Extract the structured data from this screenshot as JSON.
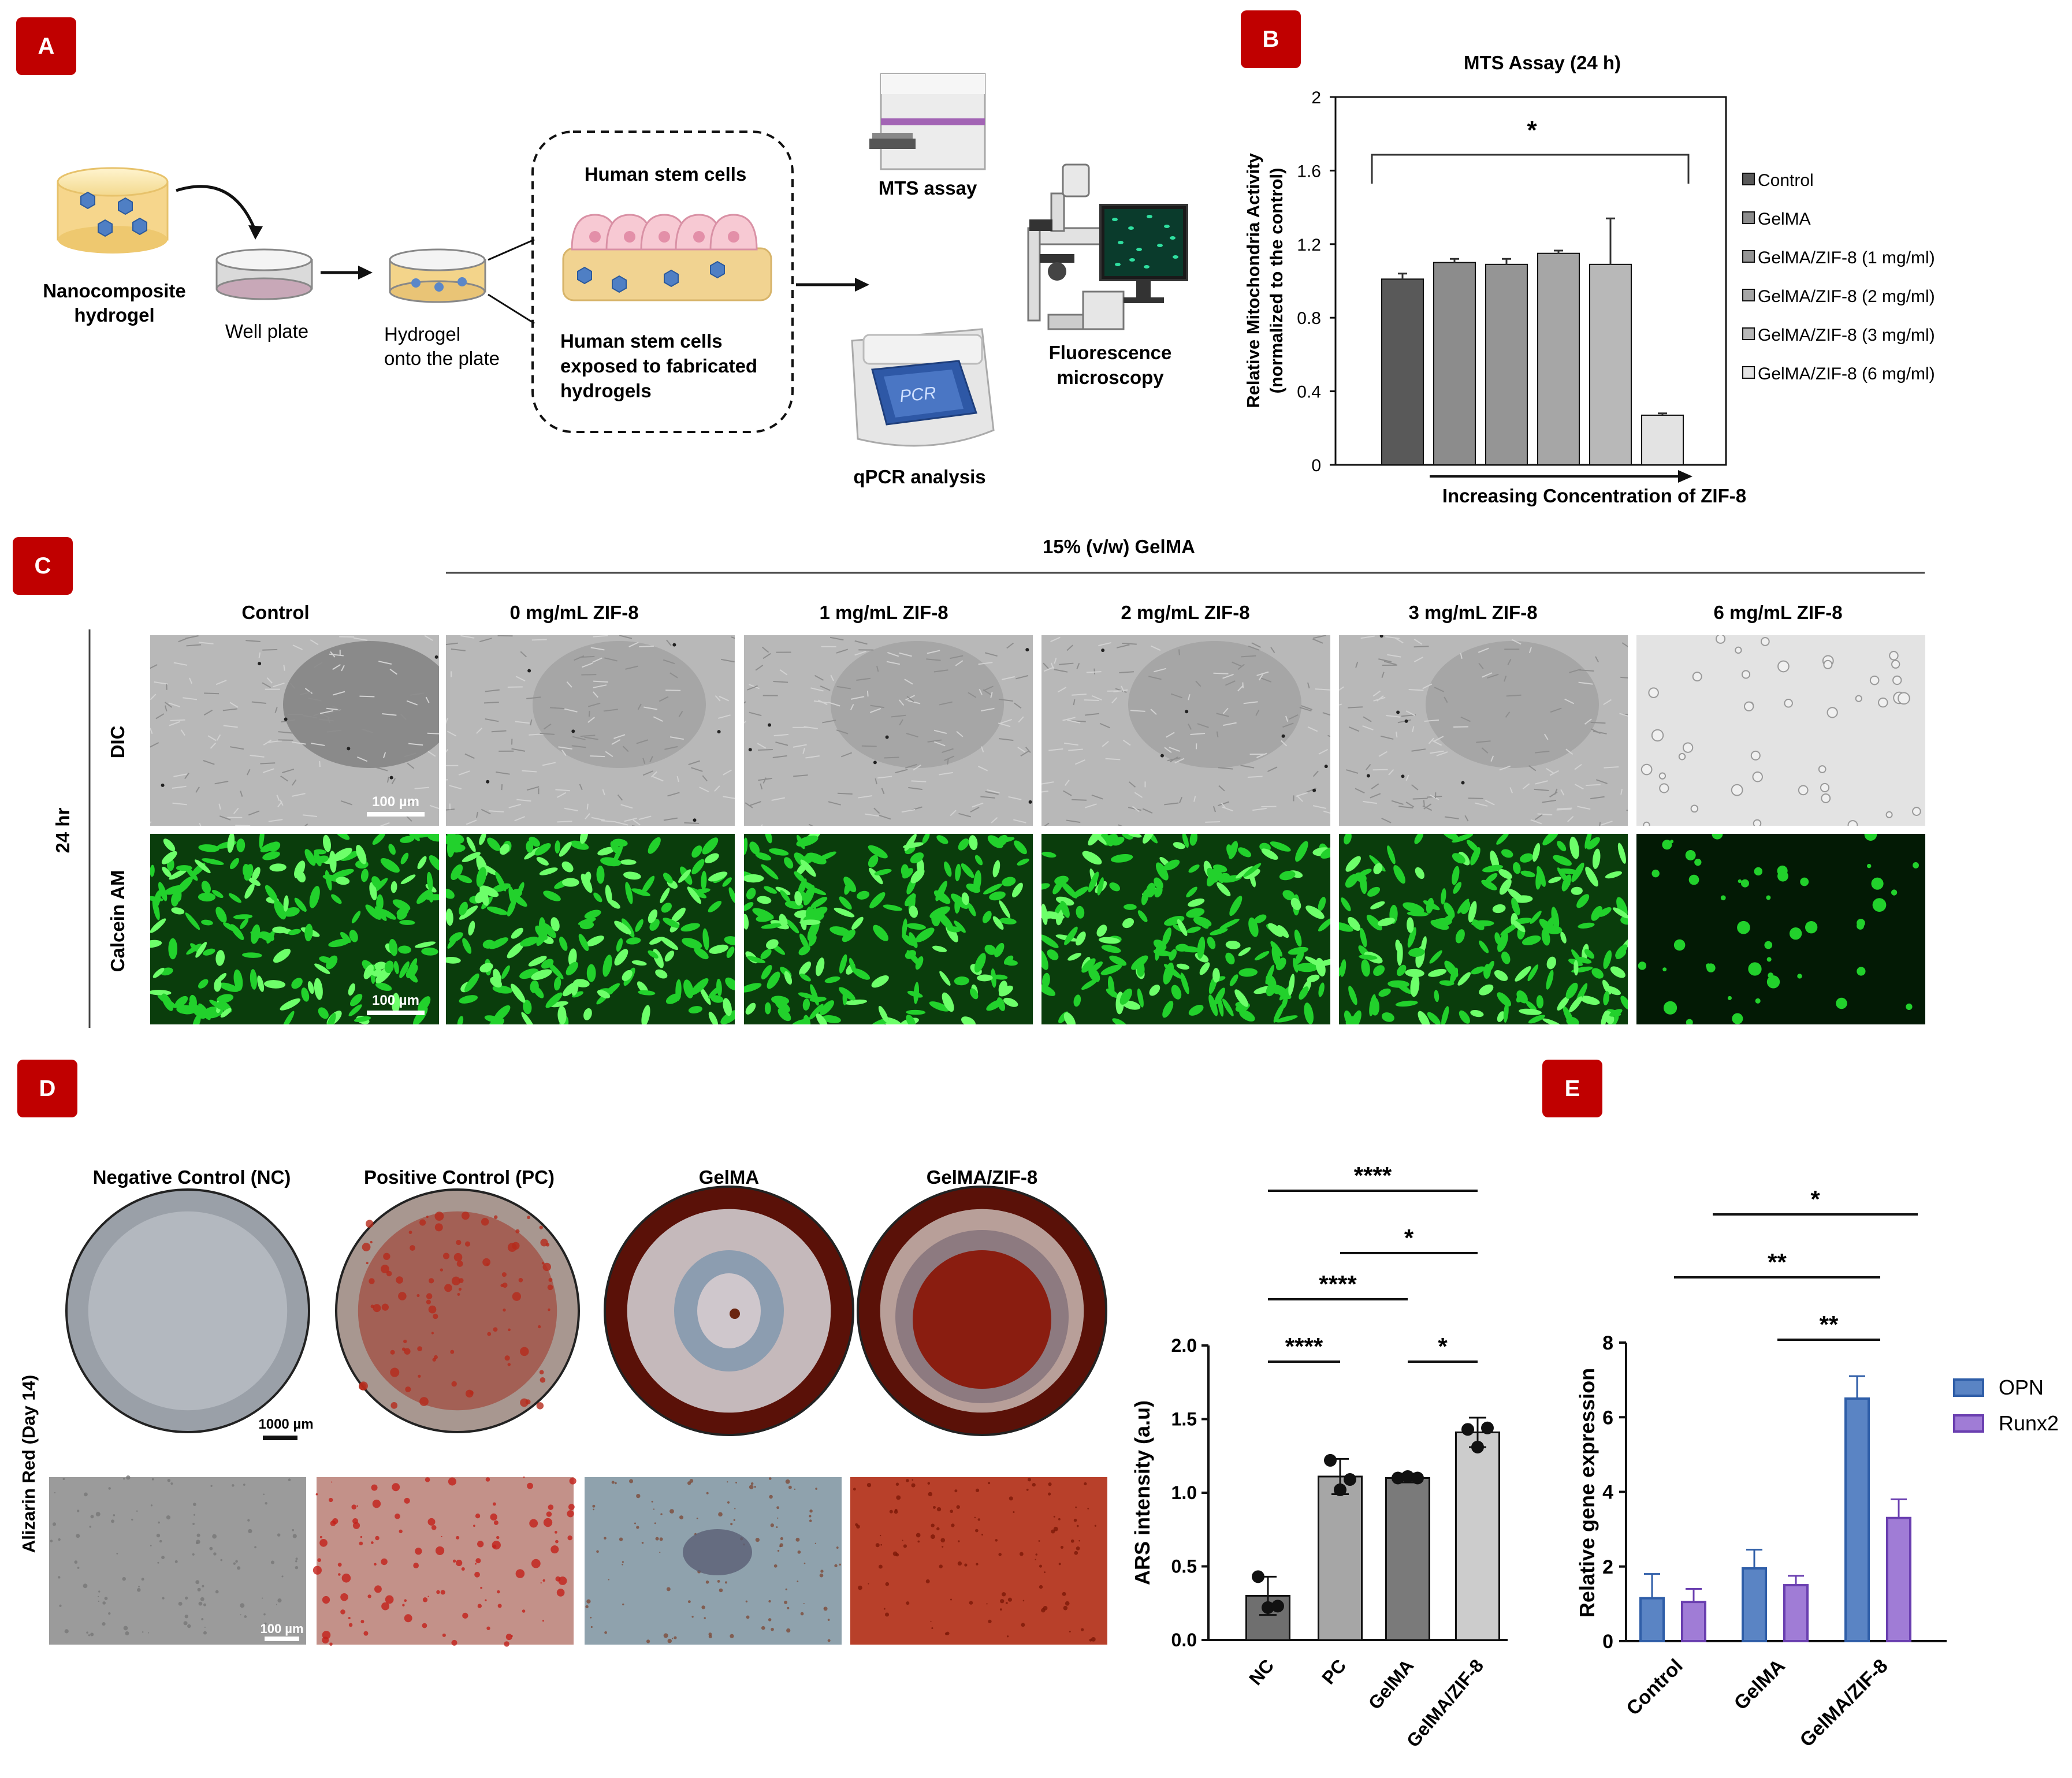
{
  "colors": {
    "label_bg": "#C00000",
    "label_fg": "#ffffff",
    "fluor_green": "#22d12c",
    "ars_bars": [
      "#6f6f6f",
      "#a6a6a6",
      "#7a7a7a",
      "#cccccc"
    ],
    "opn": "#5a84c4",
    "opn_edge": "#2f5ea8",
    "runx2": "#a07cd6",
    "runx2_edge": "#6a3fb0",
    "mts_bars": [
      "#595959",
      "#8c8c8c",
      "#959595",
      "#a6a6a6",
      "#b8b8b8",
      "#e3e3e3"
    ]
  },
  "panel_labels": [
    "A",
    "B",
    "C",
    "D",
    "E"
  ],
  "panelA": {
    "nanocomposite": [
      "Nanocomposite",
      "hydrogel"
    ],
    "well_plate": "Well plate",
    "hydrogel_plate": [
      "Hydrogel",
      "onto the plate"
    ],
    "stem_cells_title": "Human stem cells",
    "stem_cells_exposed": [
      "Human stem cells",
      "exposed  to fabricated",
      "hydrogels"
    ],
    "mts": "MTS assay",
    "pcr_screen": "PCR",
    "qpcr": "qPCR analysis",
    "fluorescence": [
      "Fluorescence",
      "microscopy"
    ],
    "icons": [
      "hydrogel-icon",
      "well-plate-icon",
      "hydrogel-plate-icon",
      "plate-reader-icon",
      "pcr-machine-icon",
      "microscope-icon"
    ]
  },
  "panelC": {
    "group_label": "15% (v/w) GelMA",
    "columns": [
      "Control",
      "0 mg/mL ZIF-8",
      "1 mg/mL ZIF-8",
      "2 mg/mL ZIF-8",
      "3 mg/mL ZIF-8",
      "6 mg/mL ZIF-8"
    ],
    "rows": [
      "DIC",
      "Calcein AM"
    ],
    "time_label": "24 hr",
    "scale_bar": "100 µm"
  },
  "panelD": {
    "columns": [
      "Negative Control (NC)",
      "Positive Control (PC)",
      "GelMA",
      "GelMA/ZIF-8"
    ],
    "row_label": "Alizarin Red (Day 14)",
    "scale_top": "1000 µm",
    "scale_bottom": "100 µm"
  },
  "chart_data": [
    {
      "id": "mts",
      "type": "bar",
      "title": "MTS Assay (24 h)",
      "ylabel": [
        "Relative Mitochondria Activity",
        "(normalized to the control)"
      ],
      "xlabel": "Increasing Concentration of ZIF-8",
      "categories": [
        "Control",
        "GelMA",
        "GelMA/ZIF-8 (1 mg/ml)",
        "GelMA/ZIF-8 (2 mg/ml)",
        "GelMA/ZIF-8 (3 mg/ml)",
        "GelMA/ZIF-8 (6 mg/ml)"
      ],
      "values": [
        1.01,
        1.1,
        1.09,
        1.15,
        1.09,
        0.27
      ],
      "errors": [
        0.03,
        0.02,
        0.03,
        0.015,
        0.25,
        0.01
      ],
      "ylim": [
        0,
        2
      ],
      "yticks": [
        "0",
        "0.4",
        "0.8",
        "1.2",
        "1.6",
        "2"
      ],
      "significance": "*",
      "legend_position": "right"
    },
    {
      "id": "ars",
      "type": "bar",
      "ylabel": "ARS intensity (a.u)",
      "categories": [
        "NC",
        "PC",
        "GelMA",
        "GelMA/ZIF-8"
      ],
      "values": [
        0.3,
        1.11,
        1.1,
        1.41
      ],
      "errors": [
        0.13,
        0.12,
        0.03,
        0.1
      ],
      "points": [
        [
          0.43,
          0.22,
          0.23
        ],
        [
          1.22,
          1.02,
          1.09
        ],
        [
          1.1,
          1.11,
          1.1
        ],
        [
          1.43,
          1.31,
          1.44
        ]
      ],
      "ylim": [
        0,
        2
      ],
      "yticks": [
        "0.0",
        "0.5",
        "1.0",
        "1.5",
        "2.0"
      ],
      "significance": [
        {
          "from": 0,
          "to": 3,
          "label": "****"
        },
        {
          "from": 1,
          "to": 3,
          "label": "*"
        },
        {
          "from": 0,
          "to": 2,
          "label": "****"
        },
        {
          "from": 0,
          "to": 1,
          "label": "****"
        },
        {
          "from": 2,
          "to": 3,
          "label": "*"
        }
      ]
    },
    {
      "id": "gene",
      "type": "bar",
      "ylabel": "Relative gene expression",
      "categories": [
        "Control",
        "GelMA",
        "GelMA/ZIF-8"
      ],
      "series": [
        {
          "name": "OPN",
          "values": [
            1.15,
            1.95,
            6.5
          ],
          "errors": [
            0.65,
            0.5,
            0.6
          ]
        },
        {
          "name": "Runx2",
          "values": [
            1.05,
            1.5,
            3.3
          ],
          "errors": [
            0.35,
            0.25,
            0.5
          ]
        }
      ],
      "ylim": [
        0,
        8
      ],
      "yticks": [
        "0",
        "2",
        "4",
        "6",
        "8"
      ],
      "legend_position": "right",
      "significance": [
        {
          "from": 0,
          "to": 2,
          "label": "*"
        },
        {
          "from": 0,
          "to": 2,
          "label": "**"
        },
        {
          "from": 1,
          "to": 2,
          "label": "**"
        }
      ]
    }
  ]
}
